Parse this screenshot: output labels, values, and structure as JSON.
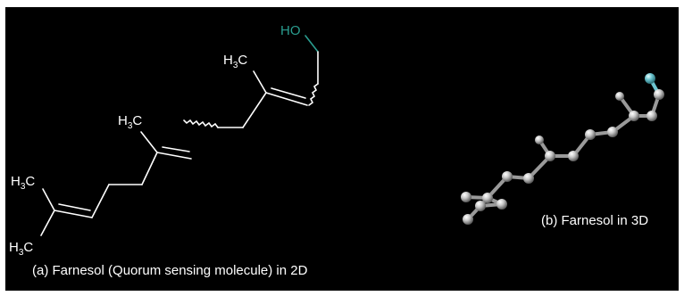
{
  "labels": {
    "ho": "HO",
    "methyl_prefix": "H",
    "methyl_subscript": "3",
    "methyl_suffix": "C"
  },
  "captions": {
    "two_d": "(a) Farnesol (Quorum sensing molecule) in 2D",
    "three_d": "(b) Farnesol in 3D"
  },
  "colors": {
    "background": "#000000",
    "bonds": "#ffffff",
    "hydroxyl": "#2a9d8f",
    "atoms_3d": "#c8c8c8",
    "oxygen_3d": "#6cc4cf"
  }
}
